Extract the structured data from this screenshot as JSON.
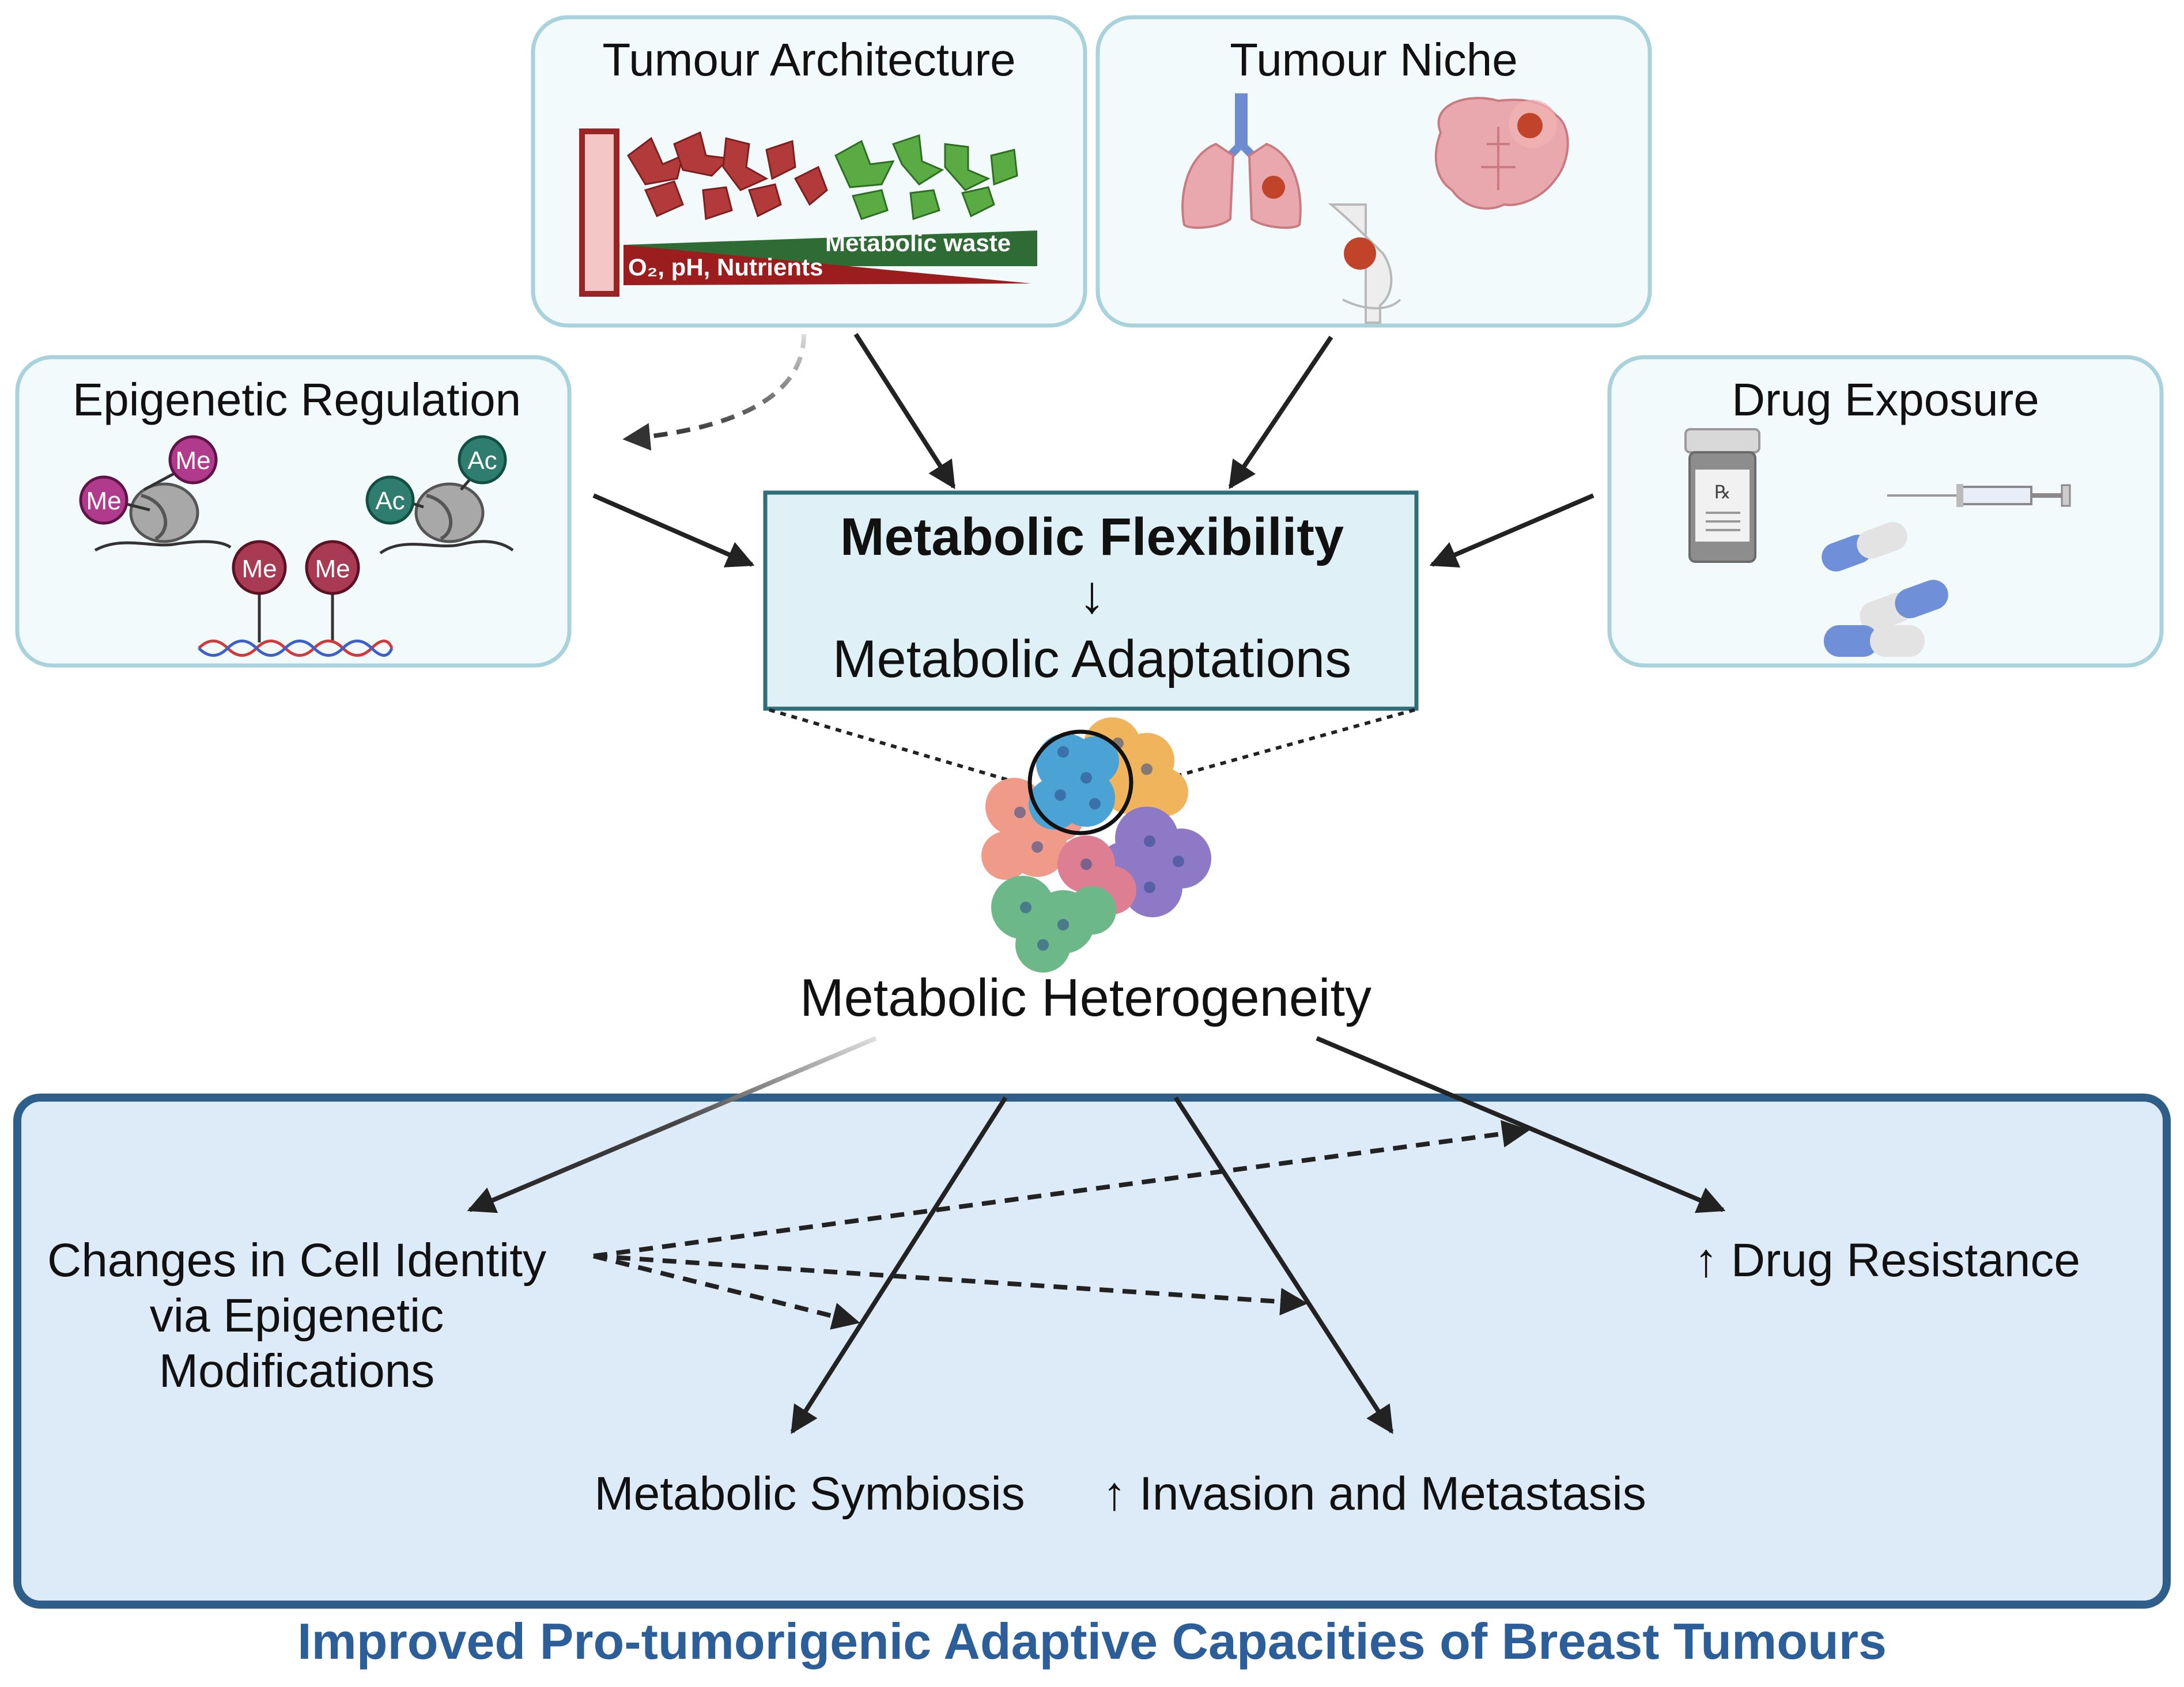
{
  "diagram": {
    "panels": {
      "tumour_architecture": {
        "title": "Tumour Architecture",
        "gradient_top_label": "Metabolic waste",
        "gradient_bottom_label": "O₂, pH, Nutrients"
      },
      "tumour_niche": {
        "title": "Tumour Niche"
      },
      "epigenetic_regulation": {
        "title": "Epigenetic Regulation",
        "methyl_tag": "Me",
        "acetyl_tag": "Ac"
      },
      "drug_exposure": {
        "title": "Drug Exposure",
        "rx_symbol": "℞"
      }
    },
    "central_box": {
      "title": "Metabolic Flexibility",
      "arrow": "↓",
      "subtitle": "Metabolic Adaptations"
    },
    "heterogeneity_label": "Metabolic Heterogeneity",
    "outcomes": {
      "cell_identity": [
        "Changes in Cell Identity",
        "via Epigenetic",
        "Modifications"
      ],
      "drug_resistance": "↑ Drug Resistance",
      "metabolic_symbiosis": "Metabolic Symbiosis",
      "invasion_metastasis": "↑ Invasion and Metastasis"
    },
    "footer": "Improved Pro-tumorigenic Adaptive Capacities of Breast Tumours",
    "colors": {
      "panel_border": "#a9d3dc",
      "panel_fill": "#f3fafc",
      "central_fill": "#dff1f6",
      "central_border": "#2f6f7c",
      "bottom_fill": "#ddeaf8",
      "bottom_border": "#2e5f8a",
      "footer_text": "#2c5f9a",
      "methyl": "#b03a8c",
      "methyl_dna": "#a83a54",
      "acetyl": "#2e7d6e",
      "red_cells": "#b23a3a",
      "green_cells": "#4e9b3a"
    }
  }
}
